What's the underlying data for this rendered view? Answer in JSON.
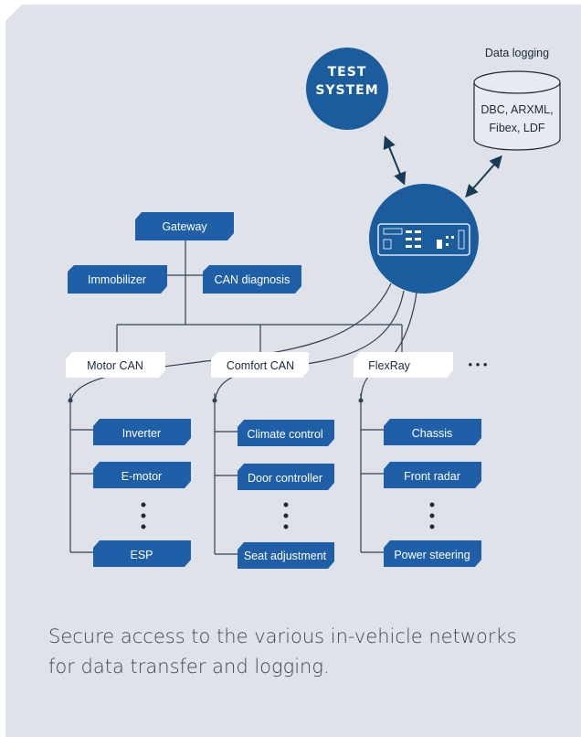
{
  "colors": {
    "background": "#dfe2e9",
    "node": "#1f5fa8",
    "circle": "#1b5c9c",
    "line": "#2f4154",
    "arrow": "#173a55",
    "dbfill": "#e7eaf0"
  },
  "test_system": {
    "line1": "TEST",
    "line2": "SYSTEM"
  },
  "data_logging": {
    "title": "Data logging",
    "line1": "DBC, ARXML,",
    "line2": "Fibex, LDF"
  },
  "top_nodes": {
    "gateway": "Gateway",
    "immobilizer": "Immobilizer",
    "can_diagnosis": "CAN diagnosis"
  },
  "buses": {
    "motor_can": "Motor CAN",
    "comfort_can": "Comfort CAN",
    "flexray": "FlexRay",
    "more": "• • •"
  },
  "motor_nodes": [
    "Inverter",
    "E-motor",
    "ESP"
  ],
  "comfort_nodes": [
    "Climate control",
    "Door controller",
    "Seat adjustment"
  ],
  "flexray_nodes": [
    "Chassis",
    "Front radar",
    "Power steering"
  ],
  "caption": {
    "line1": "Secure access to the various in-vehicle networks",
    "line2": "for data transfer and logging."
  }
}
